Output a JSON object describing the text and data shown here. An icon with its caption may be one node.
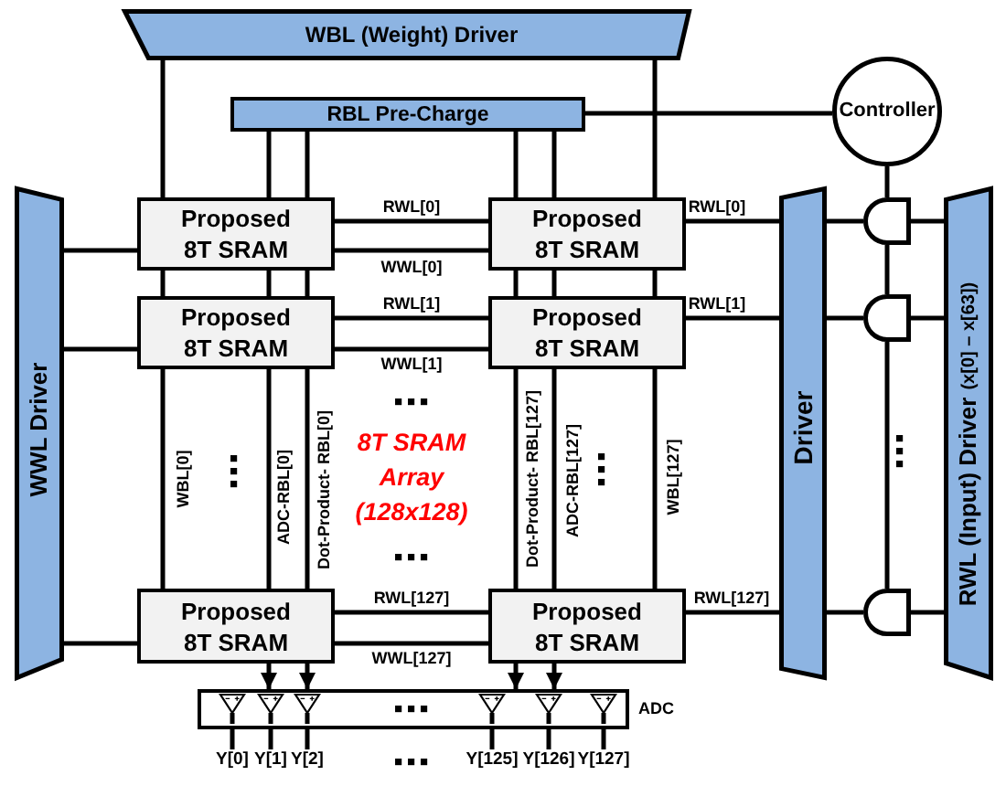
{
  "diagram": {
    "nodes": [
      {
        "text": [
          "WBL (Weight) Driver"
        ]
      },
      {
        "text": [
          "RBL Pre-Charge"
        ]
      },
      {
        "text": [
          "Controller"
        ]
      },
      {
        "text": [
          "WWL Driver"
        ]
      },
      {
        "text": [
          "Proposed 8T SRAM"
        ]
      },
      {
        "text": [
          "Proposed 8T SRAM"
        ]
      },
      {
        "text": [
          "Driver"
        ]
      },
      {
        "text": [],
        "shape": "gate"
      },
      {
        "text": [
          "RWL (Input) Driver",
          "(x[0] – x[63])"
        ]
      },
      {
        "text": [
          "Proposed 8T SRAM"
        ]
      },
      {
        "text": [
          "Proposed 8T SRAM"
        ]
      },
      {
        "text": [],
        "shape": "gate"
      },
      {
        "text": [
          "Proposed 8T SRAM"
        ]
      },
      {
        "text": [
          "Proposed 8T SRAM"
        ]
      },
      {
        "text": [],
        "shape": "gate"
      },
      {
        "text": [],
        "shape": "box",
        "beside": [
          "ADC"
        ]
      },
      {
        "text": [
          "Y[0]"
        ]
      },
      {
        "text": [
          "Y[1]"
        ]
      },
      {
        "text": [
          "Y[2]"
        ]
      },
      {
        "text": [
          "Y[125]"
        ]
      },
      {
        "text": [
          "Y[126]"
        ]
      },
      {
        "text": [
          "Y[127]"
        ]
      }
    ],
    "edges": [
      {
        "from": 0,
        "to": 4,
        "arrow": "none"
      },
      {
        "from": 0,
        "to": 5,
        "arrow": "none"
      },
      {
        "from": 1,
        "to": 4,
        "arrow": "none"
      },
      {
        "from": 1,
        "to": 4,
        "arrow": "none"
      },
      {
        "from": 1,
        "to": 5,
        "arrow": "none"
      },
      {
        "from": 1,
        "to": 5,
        "arrow": "none"
      },
      {
        "from": 2,
        "to": 1,
        "arrow": "none"
      },
      {
        "from": 3,
        "to": 4,
        "arrow": "none"
      },
      {
        "from": 4,
        "to": 5,
        "arrow": "none",
        "label": "RWL[0]"
      },
      {
        "from": 4,
        "to": 5,
        "arrow": "none",
        "label": "WWL[0]"
      },
      {
        "from": 5,
        "to": 6,
        "arrow": "none",
        "label": "RWL[0]"
      },
      {
        "from": 6,
        "to": 7,
        "arrow": "none"
      },
      {
        "from": 7,
        "to": 8,
        "arrow": "none"
      },
      {
        "from": 2,
        "to": 7,
        "arrow": "none"
      },
      {
        "from": 4,
        "to": 9,
        "arrow": "none"
      },
      {
        "from": 4,
        "to": 9,
        "arrow": "none"
      },
      {
        "from": 4,
        "to": 9,
        "arrow": "none"
      },
      {
        "from": 5,
        "to": 10,
        "arrow": "none"
      },
      {
        "from": 5,
        "to": 10,
        "arrow": "none"
      },
      {
        "from": 5,
        "to": 10,
        "arrow": "none"
      },
      {
        "from": 3,
        "to": 9,
        "arrow": "none"
      },
      {
        "from": 9,
        "to": 10,
        "arrow": "none",
        "label": "RWL[1]"
      },
      {
        "from": 9,
        "to": 10,
        "arrow": "none",
        "label": "WWL[1]"
      },
      {
        "from": 10,
        "to": 6,
        "arrow": "none",
        "label": "RWL[1]"
      },
      {
        "from": 6,
        "to": 11,
        "arrow": "none"
      },
      {
        "from": 11,
        "to": 8,
        "arrow": "none"
      },
      {
        "from": 7,
        "to": 11,
        "arrow": "none"
      },
      {
        "from": 9,
        "to": 12,
        "arrow": "none",
        "label": "WBL[0]"
      },
      {
        "from": 9,
        "to": 12,
        "arrow": "none",
        "label": "ADC-RBL[0]"
      },
      {
        "from": 9,
        "to": 12,
        "arrow": "none",
        "label": "Dot-Product- RBL[0]"
      },
      {
        "from": 10,
        "to": 13,
        "arrow": "none",
        "label": "Dot-Product- RBL[127]"
      },
      {
        "from": 10,
        "to": 13,
        "arrow": "none",
        "label": "ADC-RBL[127]"
      },
      {
        "from": 10,
        "to": 13,
        "arrow": "none",
        "label": "WBL[127]"
      },
      {
        "from": 11,
        "to": 14,
        "arrow": "none"
      },
      {
        "from": 3,
        "to": 12,
        "arrow": "none"
      },
      {
        "from": 12,
        "to": 13,
        "arrow": "none",
        "label": "RWL[127]"
      },
      {
        "from": 12,
        "to": 13,
        "arrow": "none",
        "label": "WWL[127]"
      },
      {
        "from": 13,
        "to": 6,
        "arrow": "none",
        "label": "RWL[127]"
      },
      {
        "from": 6,
        "to": 14,
        "arrow": "none"
      },
      {
        "from": 14,
        "to": 8,
        "arrow": "none"
      },
      {
        "from": 12,
        "to": 15,
        "arrow": "to"
      },
      {
        "from": 12,
        "to": 15,
        "arrow": "to"
      },
      {
        "from": 13,
        "to": 15,
        "arrow": "to"
      },
      {
        "from": 13,
        "to": 15,
        "arrow": "to"
      },
      {
        "from": 15,
        "to": 16,
        "arrow": "none"
      },
      {
        "from": 15,
        "to": 17,
        "arrow": "none"
      },
      {
        "from": 15,
        "to": 18,
        "arrow": "none"
      },
      {
        "from": 15,
        "to": 19,
        "arrow": "none"
      },
      {
        "from": 15,
        "to": 20,
        "arrow": "none"
      },
      {
        "from": 15,
        "to": 21,
        "arrow": "none"
      }
    ],
    "labels": [
      "8T SRAM Array (128x128)"
    ]
  }
}
